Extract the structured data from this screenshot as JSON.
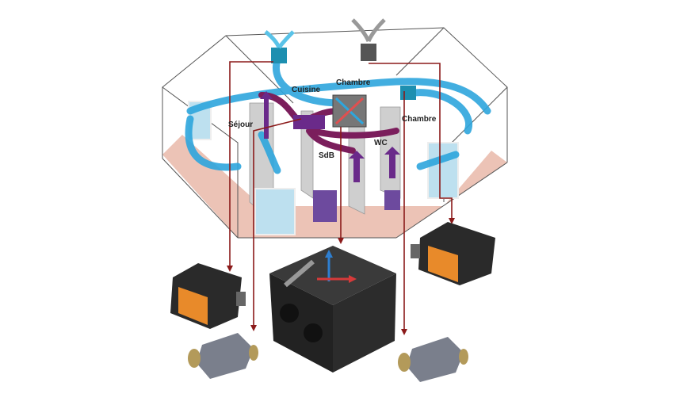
{
  "rooms": {
    "kitchen": "Cuisine",
    "bedroom_top": "Chambre",
    "living": "Séjour",
    "bedroom_right": "Chambre",
    "bathroom": "SdB",
    "toilet": "WC"
  },
  "colors": {
    "fresh_air": "#2ea6dd",
    "extract_air": "#7b1e5c",
    "duct_line": "#8b1a1a",
    "floor": "#e7b4a4",
    "unit_body": "#2a2a2a",
    "unit_face": "#e88a2a"
  }
}
